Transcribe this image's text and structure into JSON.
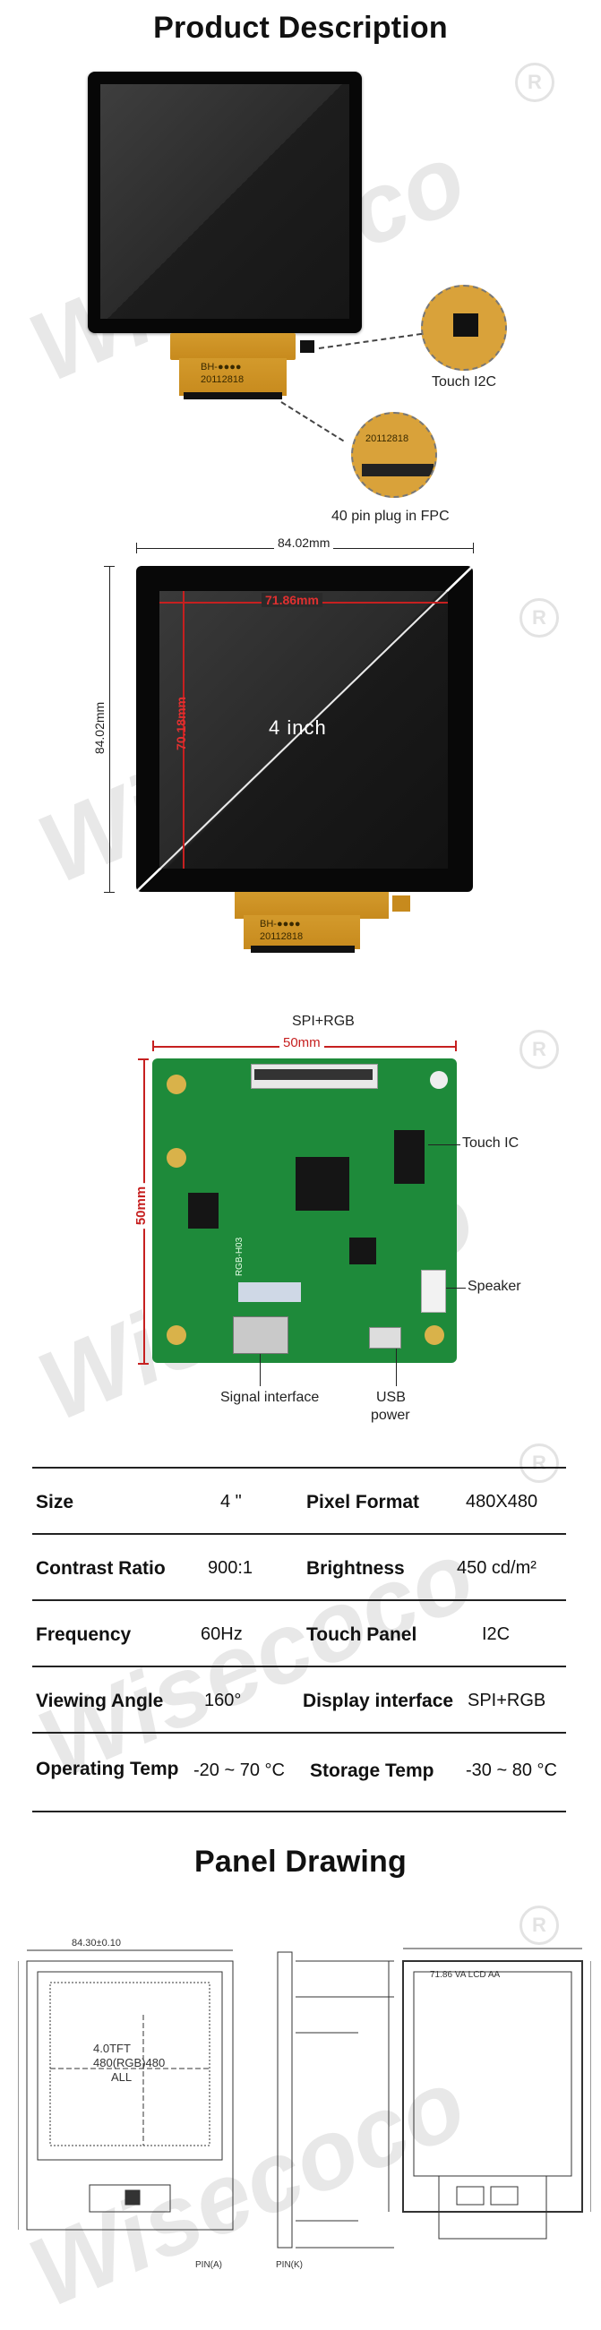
{
  "sections": {
    "product_description_title": "Product Description",
    "panel_drawing_title": "Panel Drawing"
  },
  "photo1": {
    "touch_ic_label": "Touch I2C",
    "fpc_label": "40 pin plug in FPC",
    "fpc_print_1": "BH-●●●●",
    "fpc_print_2": "20112818"
  },
  "dimensions": {
    "width_outer": "84.02mm",
    "height_outer": "84.02mm",
    "width_active": "71.86mm",
    "height_active": "70.18mm",
    "diagonal": "4 inch"
  },
  "board": {
    "connector_label": "SPI+RGB",
    "width": "50mm",
    "height": "50mm",
    "touch_ic_label": "Touch IC",
    "speaker_label": "Speaker",
    "signal_label": "Signal interface",
    "usb_label_1": "USB",
    "usb_label_2": "power",
    "silk": "RGB-H03"
  },
  "specs": [
    {
      "l1": "Size",
      "v1": "4 \"",
      "l2": "Pixel Format",
      "v2": "480X480"
    },
    {
      "l1": "Contrast Ratio",
      "v1": "900:1",
      "l2": "Brightness",
      "v2": "450 cd/m²"
    },
    {
      "l1": "Frequency",
      "v1": "60Hz",
      "l2": "Touch Panel",
      "v2": "I2C"
    },
    {
      "l1": "Viewing Angle",
      "v1": "160°",
      "l2": "Display interface",
      "v2": "SPI+RGB"
    },
    {
      "l1": "Operating Temp",
      "v1": "-20 ~ 70 °C",
      "l2": "Storage Temp",
      "v2": "-30 ~ 80 °C"
    }
  ],
  "drawing": {
    "outline_dim": "84.30±0.10",
    "module_text_1": "4.0TFT",
    "module_text_2": "480(RGB)480",
    "module_text_3": "ALL",
    "pin_a": "PIN(A)",
    "pin_k": "PIN(K)",
    "va_label": "71.86 VA LCD AA"
  },
  "watermark": {
    "text": "Wisecoco",
    "mark": "R"
  }
}
